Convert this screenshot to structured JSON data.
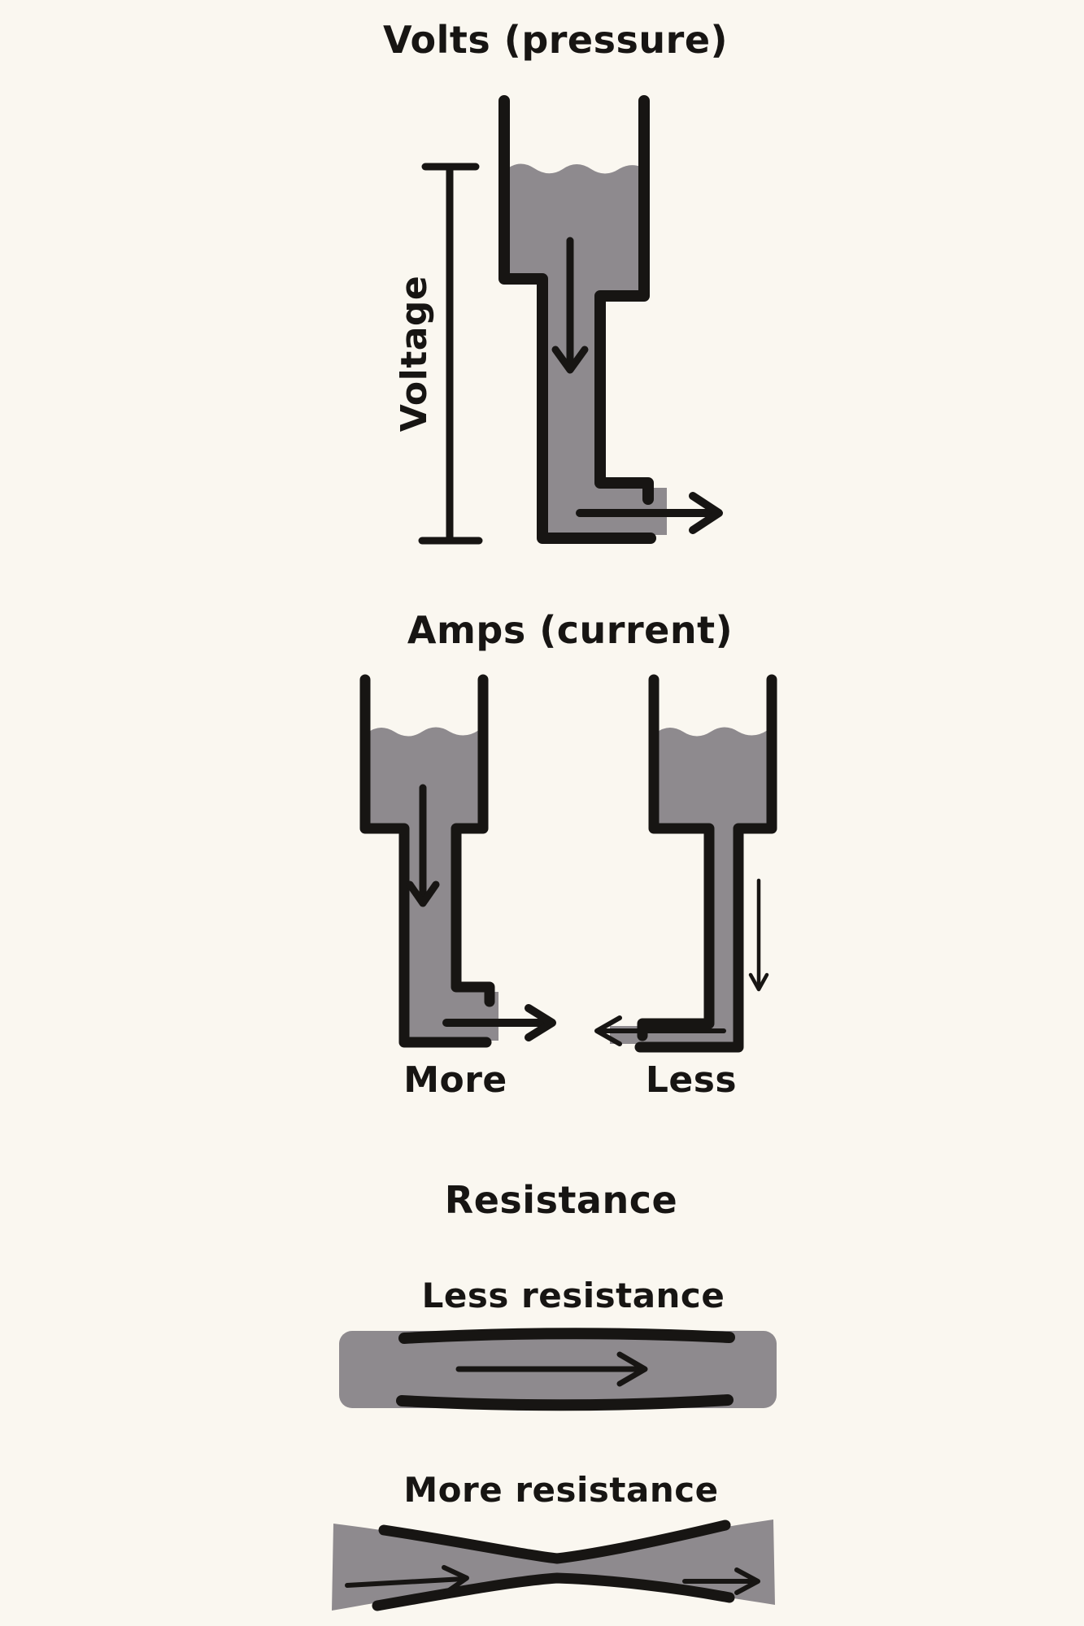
{
  "colors": {
    "background": "#FAF7F0",
    "ink": "#171513",
    "water": "#8E8A8E"
  },
  "sections": {
    "volts": {
      "title": "Volts (pressure)",
      "dimension_label": "Voltage"
    },
    "amps": {
      "title": "Amps (current)",
      "more_label": "More",
      "less_label": "Less"
    },
    "resistance": {
      "title": "Resistance",
      "less_label": "Less resistance",
      "more_label": "More resistance"
    }
  }
}
